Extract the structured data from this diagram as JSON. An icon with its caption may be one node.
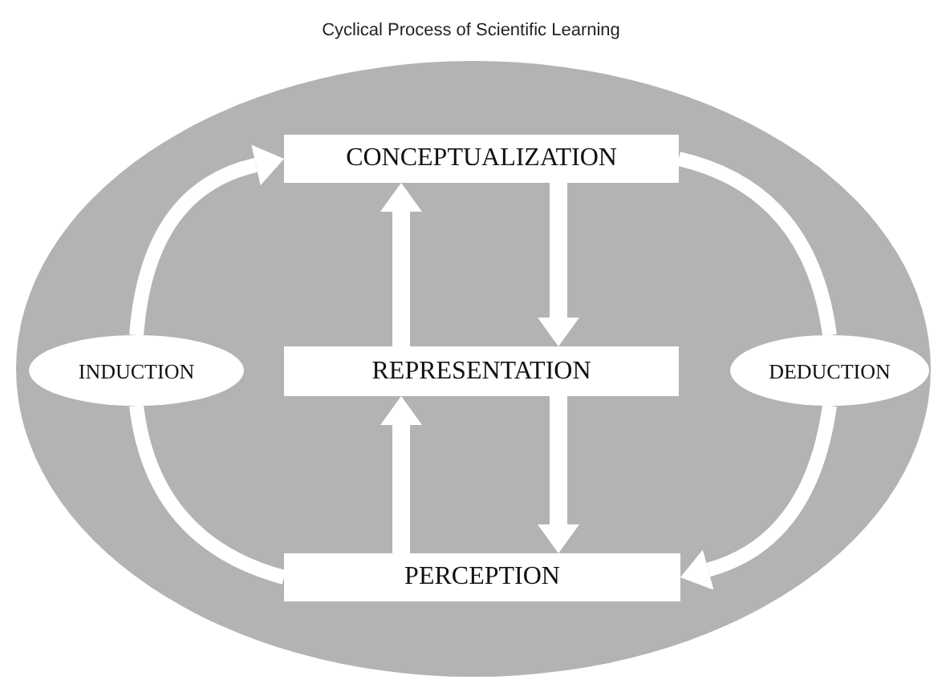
{
  "diagram": {
    "title": "Cyclical Process of Scientific Learning",
    "nodes": [
      {
        "text": [],
        "shape": "ellipse"
      },
      {
        "text": [
          "CONCEPTUALIZATION"
        ],
        "in": 0
      },
      {
        "text": [
          "INDUCTION"
        ],
        "in": 0
      },
      {
        "text": [
          "REPRESENTATION"
        ],
        "in": 0
      },
      {
        "text": [
          "DEDUCTION"
        ],
        "in": 0
      },
      {
        "text": [
          "PERCEPTION"
        ],
        "in": 0
      }
    ],
    "edges": [
      {
        "from": 2,
        "to": 1,
        "arrow": "to"
      },
      {
        "from": 1,
        "to": 4,
        "arrow": "none"
      },
      {
        "from": 4,
        "to": 5,
        "arrow": "to"
      },
      {
        "from": 5,
        "to": 2,
        "arrow": "none"
      },
      {
        "from": 3,
        "to": 1,
        "arrow": "to"
      },
      {
        "from": 1,
        "to": 3,
        "arrow": "to"
      },
      {
        "from": 5,
        "to": 3,
        "arrow": "to"
      },
      {
        "from": 3,
        "to": 5,
        "arrow": "to"
      }
    ]
  }
}
